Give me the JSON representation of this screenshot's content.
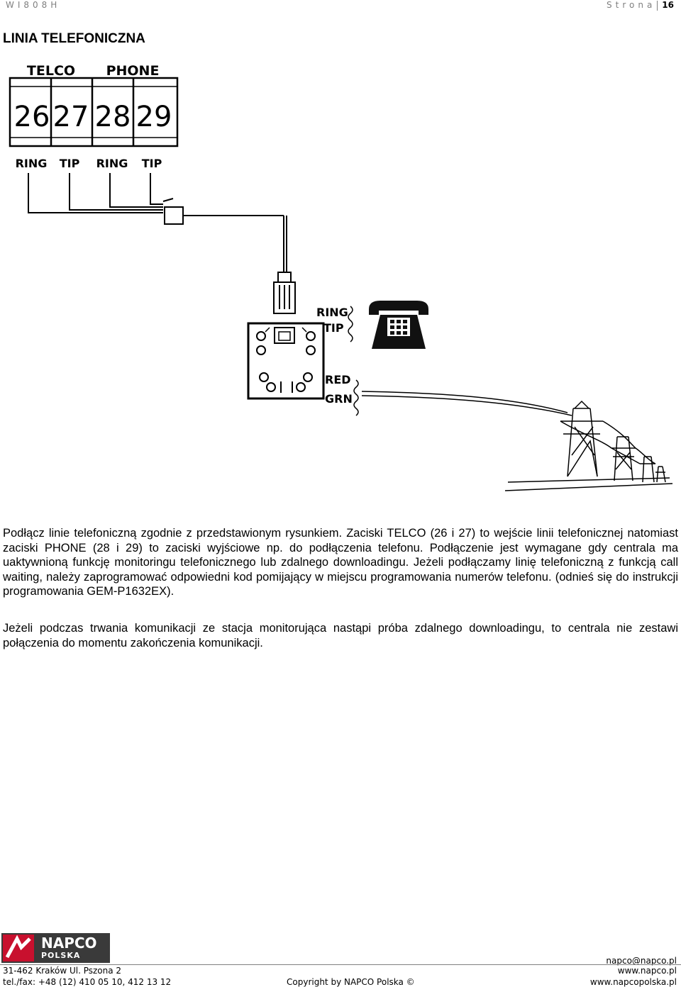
{
  "header": {
    "doc_code": "WI808H",
    "page_label": "Strona",
    "page_number": "16"
  },
  "title": "LINIA TELEFONICZNA",
  "diagram": {
    "group_telco": "TELCO",
    "group_phone": "PHONE",
    "terminals": [
      "26",
      "27",
      "28",
      "29"
    ],
    "terminal_labels": [
      "RING",
      "TIP",
      "RING",
      "TIP"
    ],
    "jack_labels": [
      "RING",
      "TIP",
      "RED",
      "GRN"
    ]
  },
  "paragraphs": [
    "Podłącz linie telefoniczną zgodnie z przedstawionym rysunkiem. Zaciski TELCO (26 i 27) to wejście linii telefonicznej natomiast zaciski PHONE (28 i 29) to zaciski wyjściowe np. do podłączenia telefonu. Podłączenie jest wymagane gdy centrala ma uaktywnioną funkcję monitoringu telefonicznego lub zdalnego downloadingu. Jeżeli podłączamy linię telefoniczną z funkcją call waiting, należy zaprogramować odpowiedni kod pomijający w miejscu programowania numerów telefonu. (odnieś się do instrukcji programowania GEM-P1632EX).",
    "Jeżeli podczas trwania komunikacji ze stacja monitorująca nastąpi próba zdalnego downloadingu, to centrala nie zestawi połączenia do momentu zakończenia komunikacji."
  ],
  "footer": {
    "logo_name": "NAPCO",
    "logo_country": "POLSKA",
    "address": "31-462 Kraków Ul. Pszona 2",
    "phone": "tel./fax: +48 (12) 410 05 10, 412 13 12",
    "copyright": "Copyright by NAPCO Polska ©",
    "email": "napco@napco.pl",
    "web1": "www.napco.pl",
    "web2": "www.napcopolska.pl"
  }
}
